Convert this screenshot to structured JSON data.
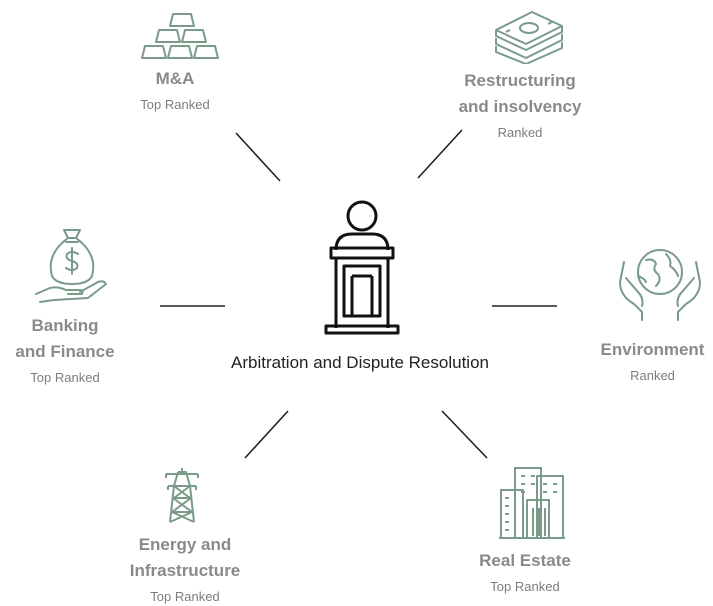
{
  "center": {
    "label": "Arbitration and Dispute Resolution",
    "icon": "podium-speaker-icon"
  },
  "practice_areas": [
    {
      "id": "ma",
      "title": "M&A",
      "rank": "Top Ranked",
      "icon": "gold-bars-icon"
    },
    {
      "id": "restructuring",
      "title_line1": "Restructuring",
      "title_line2": "and insolvency",
      "rank": "Ranked",
      "icon": "money-stack-icon"
    },
    {
      "id": "banking",
      "title_line1": "Banking",
      "title_line2": "and Finance",
      "rank": "Top Ranked",
      "icon": "money-bag-hand-icon"
    },
    {
      "id": "environment",
      "title": "Environment",
      "rank": "Ranked",
      "icon": "globe-hands-icon"
    },
    {
      "id": "energy",
      "title_line1": "Energy and",
      "title_line2": "Infrastructure",
      "rank": "Top Ranked",
      "icon": "power-pylon-icon"
    },
    {
      "id": "realestate",
      "title": "Real Estate",
      "rank": "Top Ranked",
      "icon": "buildings-icon"
    }
  ],
  "colors": {
    "icon_accent": "#7a9a8a",
    "center_icon": "#111111",
    "connector": "#222222",
    "title_text": "#8a8a8a",
    "rank_text": "#7d7d7d"
  }
}
